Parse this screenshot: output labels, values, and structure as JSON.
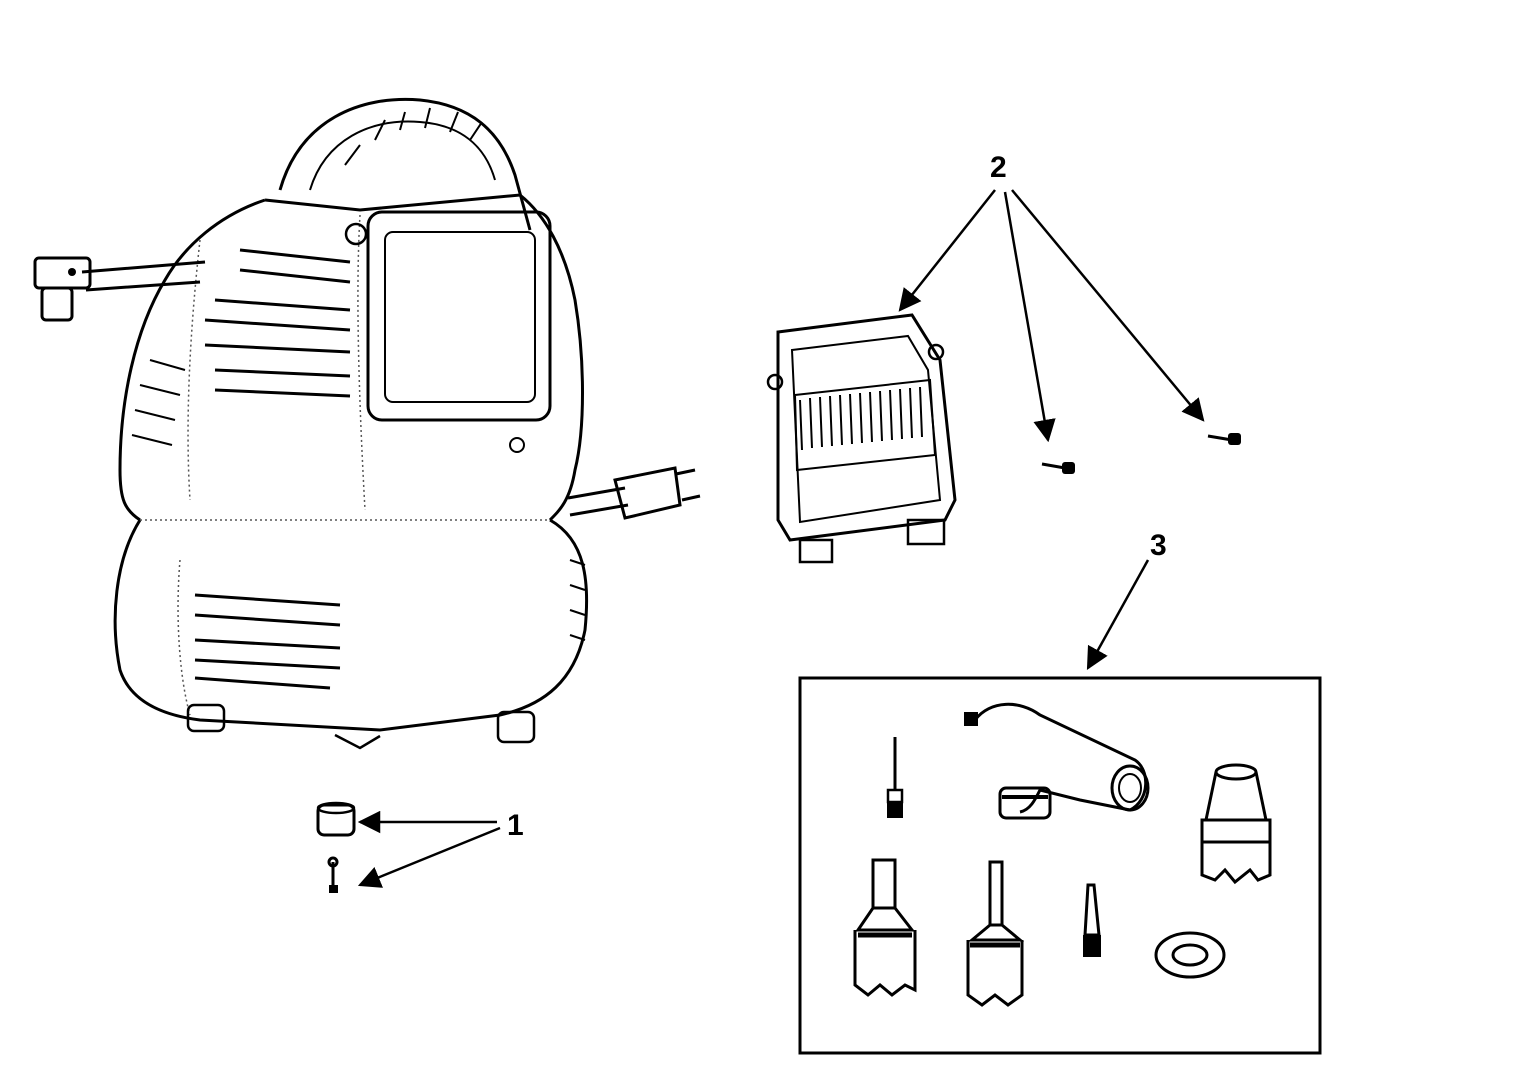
{
  "callouts": {
    "feet_and_screw": "1",
    "cover_and_screws": "2",
    "accessory_kit": "3"
  },
  "colors": {
    "ink": "#000000",
    "paper": "#ffffff"
  }
}
